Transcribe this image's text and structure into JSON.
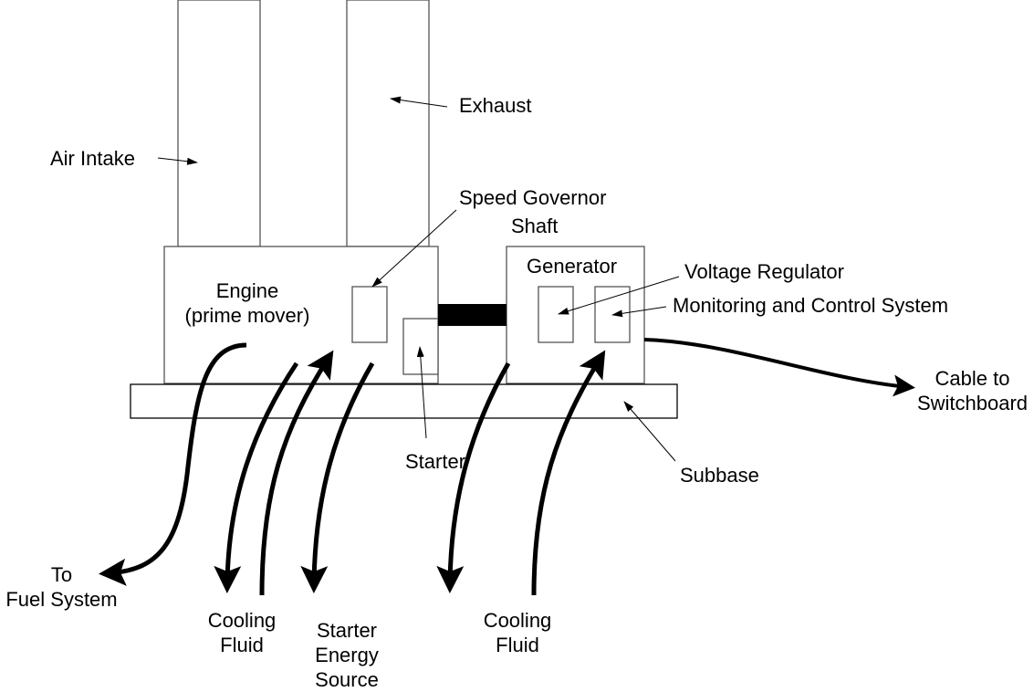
{
  "labels": {
    "air_intake": "Air Intake",
    "exhaust": "Exhaust",
    "speed_governor": "Speed Governor",
    "shaft": "Shaft",
    "engine_line1": "Engine",
    "engine_line2": "(prime mover)",
    "generator": "Generator",
    "voltage_regulator": "Voltage Regulator",
    "monitoring": "Monitoring and Control System",
    "cable_line1": "Cable to",
    "cable_line2": "Switchboard",
    "starter": "Starter",
    "subbase": "Subbase",
    "fuel_line1": "To",
    "fuel_line2": "Fuel System",
    "cooling1_line1": "Cooling",
    "cooling1_line2": "Fluid",
    "starter_energy_line1": "Starter",
    "starter_energy_line2": "Energy",
    "starter_energy_line3": "Source",
    "cooling2_line1": "Cooling",
    "cooling2_line2": "Fluid"
  },
  "colors": {
    "line": "#000000",
    "box": "#555555",
    "shaft": "#000000"
  }
}
